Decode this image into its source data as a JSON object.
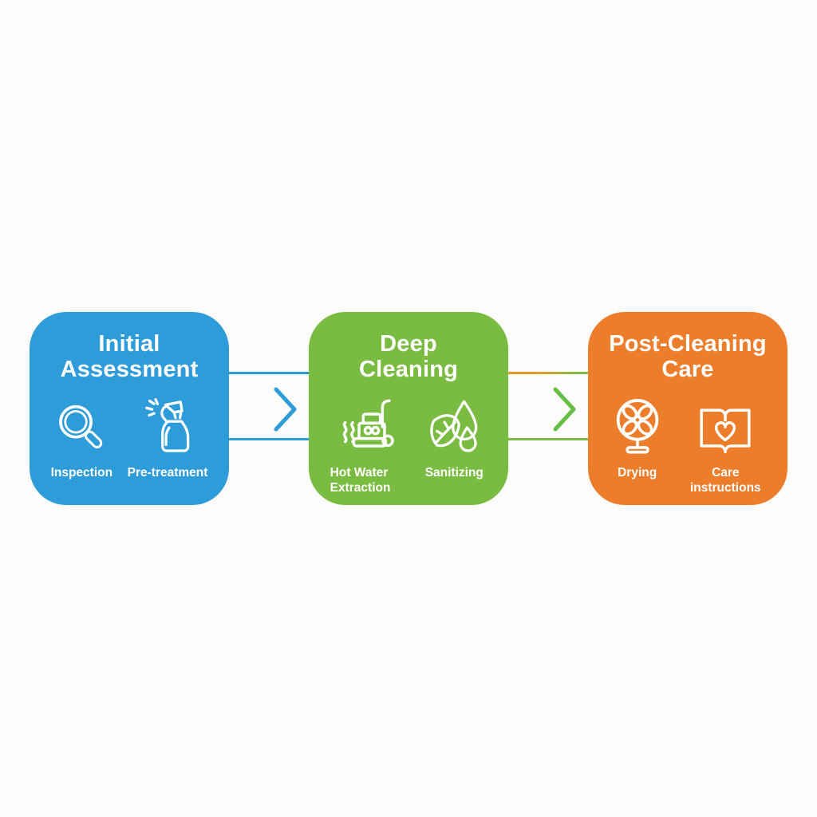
{
  "colors": {
    "step1": "#2D9CD8",
    "step2": "#7ABC41",
    "step3": "#EC7E2B",
    "amber": "#E8992D",
    "chev2": "#66BE45",
    "bg": "#FCFCFB",
    "text": "#FFFFFF"
  },
  "steps": [
    {
      "title": "Initial Assessment",
      "title_lines": [
        "Initial",
        "Assessment"
      ],
      "color": "#2D9CD8",
      "items": [
        {
          "label": "Inspection",
          "icon": "magnifier-icon"
        },
        {
          "label": "Pre-treatment",
          "icon": "spray-bottle-icon"
        }
      ]
    },
    {
      "title": "Deep Cleaning",
      "title_lines": [
        "Deep",
        "Cleaning"
      ],
      "color": "#7ABC41",
      "items": [
        {
          "label": "Hot Water Extraction",
          "icon": "steam-cleaner-icon"
        },
        {
          "label": "Sanitizing",
          "icon": "leaf-droplet-icon"
        }
      ]
    },
    {
      "title": "Post-Cleaning Care",
      "title_lines": [
        "Post-Cleaning",
        "Care"
      ],
      "color": "#EC7E2B",
      "items": [
        {
          "label": "Drying",
          "icon": "fan-icon"
        },
        {
          "label": "Care instructions",
          "icon": "book-heart-icon"
        }
      ]
    }
  ],
  "connectors": [
    {
      "from": "Initial Assessment",
      "to": "Deep Cleaning",
      "top_line_color": "#2D9CD8",
      "bottom_line_color": "#2D9CD8",
      "chevron_color": "#2D9CD8"
    },
    {
      "from": "Deep Cleaning",
      "to": "Post-Cleaning Care",
      "top_line_color_left": "#E8992D",
      "top_line_color_right": "#7ABC41",
      "bottom_line_color": "#7ABC41",
      "chevron_color": "#66BE45"
    }
  ]
}
